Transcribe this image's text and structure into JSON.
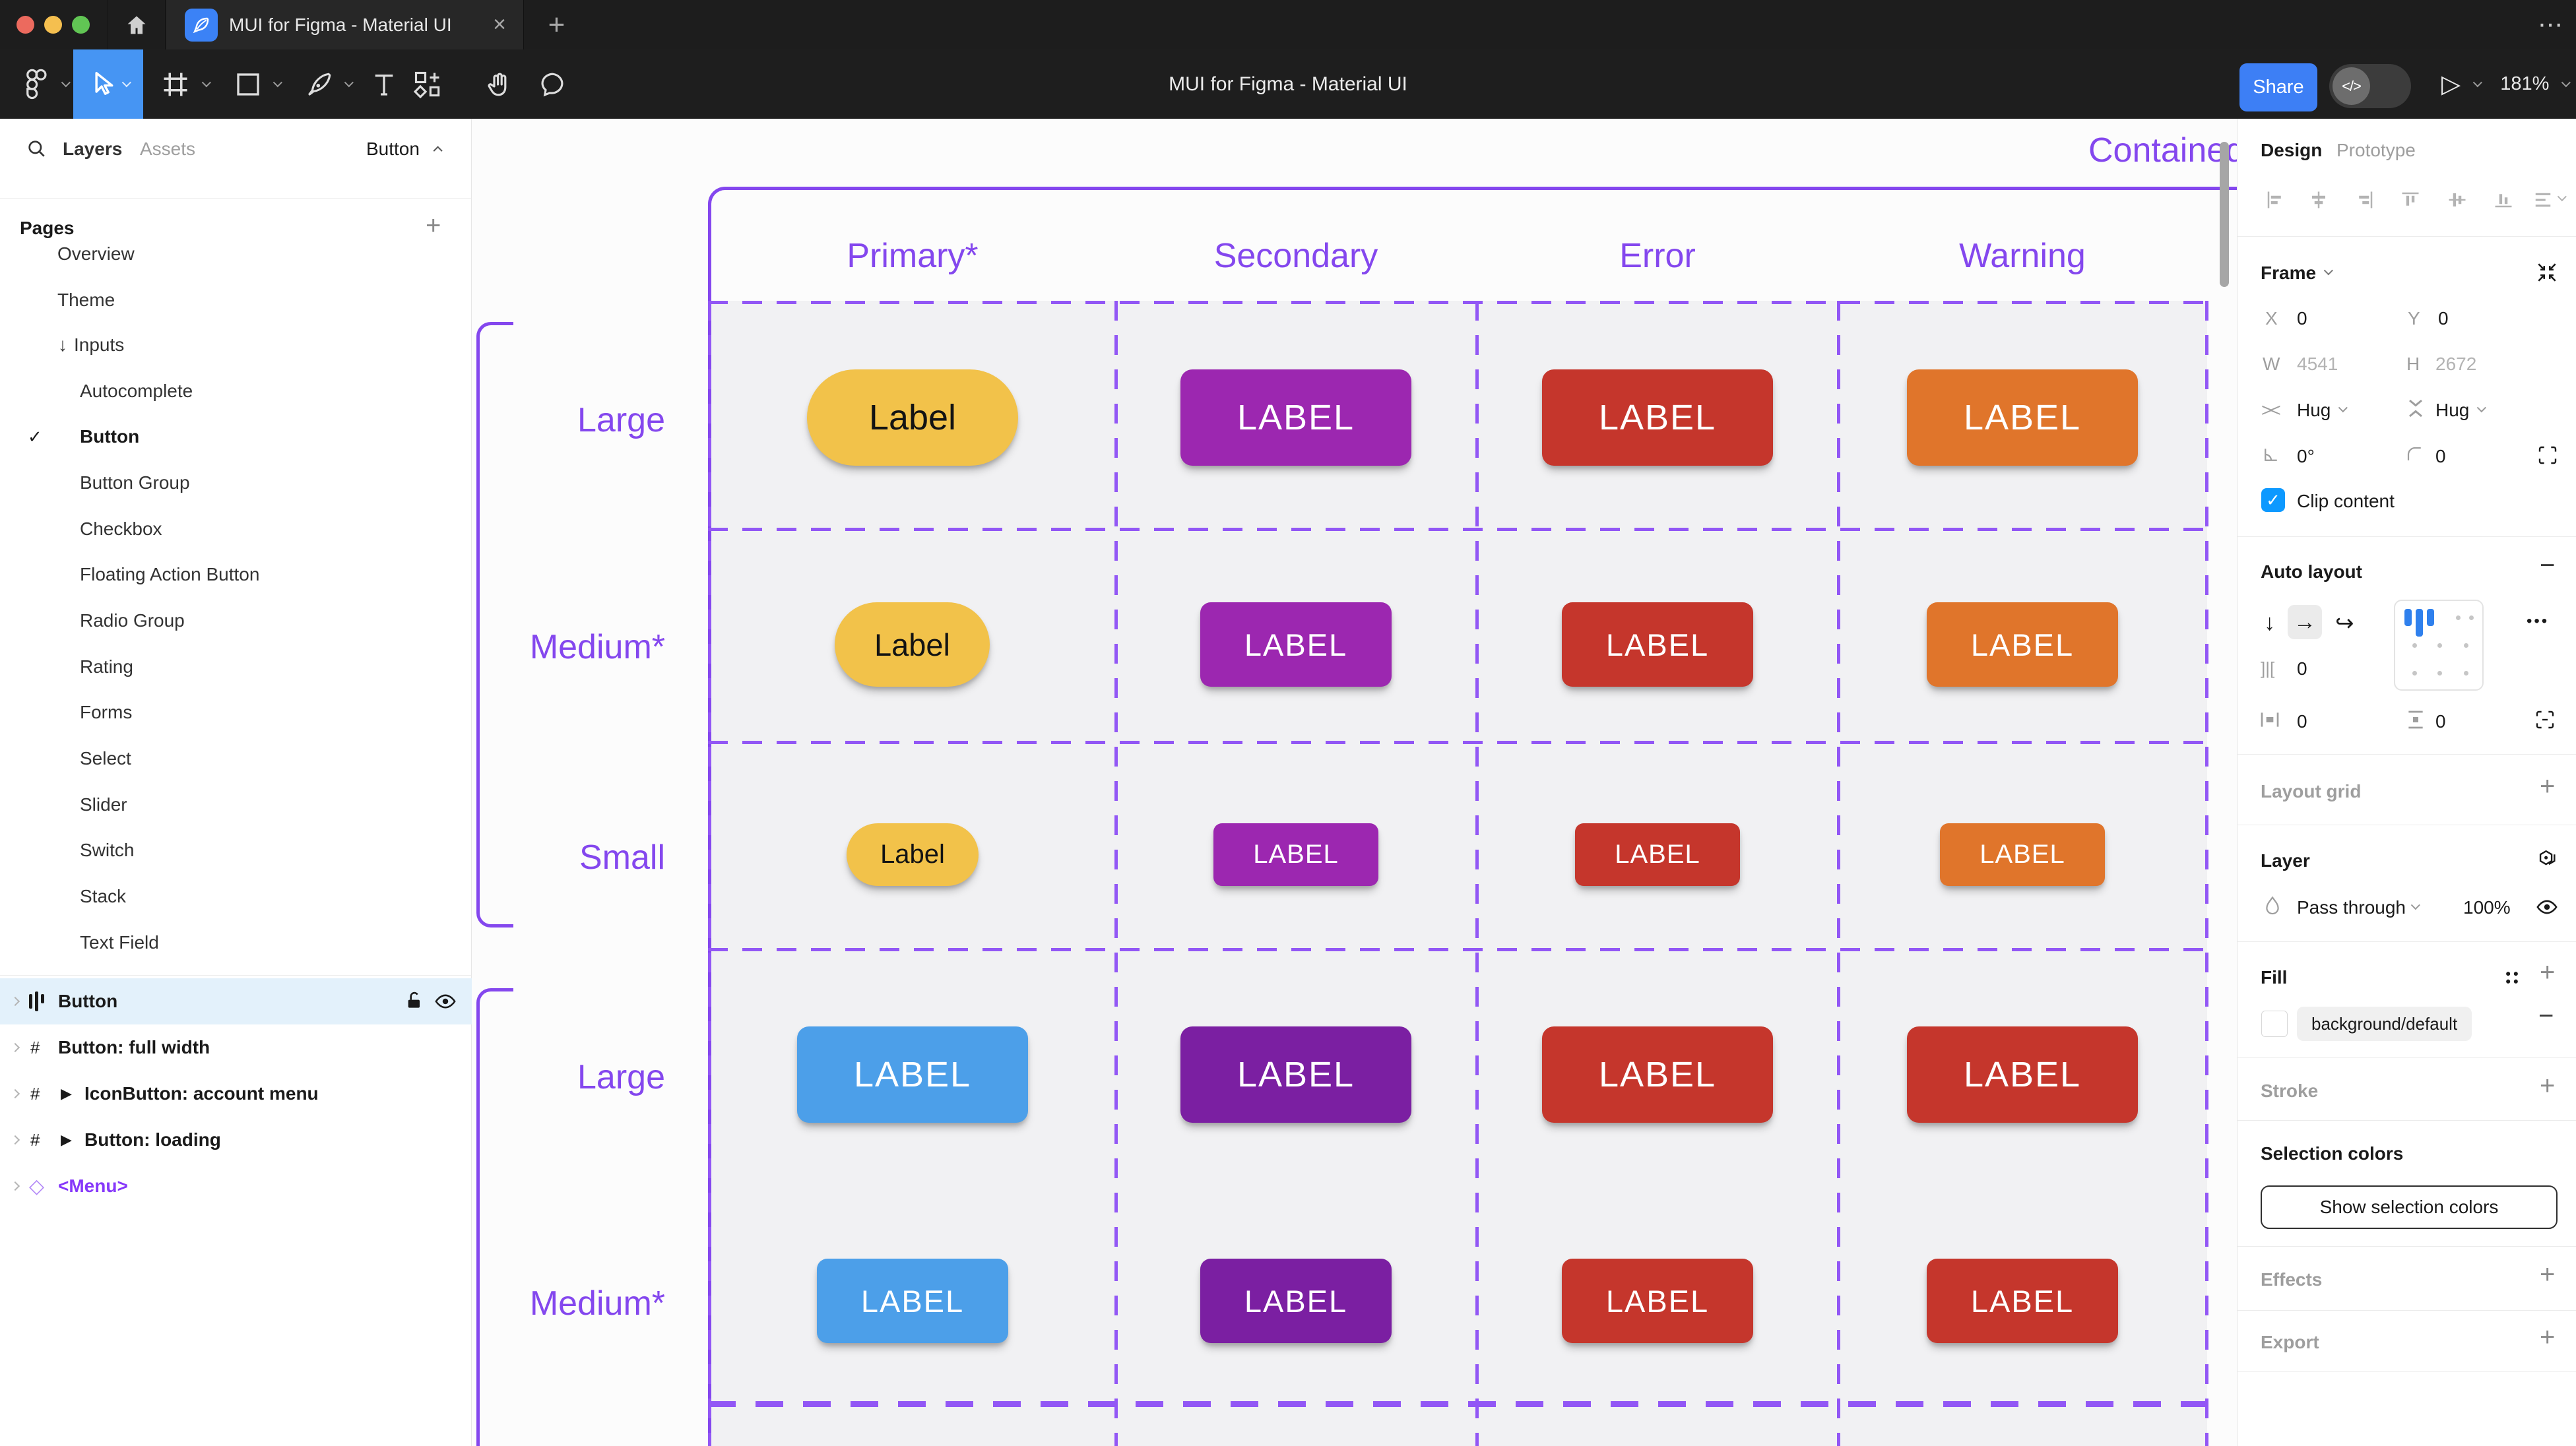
{
  "chrome": {
    "tab_title": "MUI for Figma - Material UI",
    "close_tab_icon": "×",
    "new_tab_icon": "+",
    "more_icon": "⋯",
    "traffic_lights": [
      "#ec6a5e",
      "#f5bf4f",
      "#61c554"
    ]
  },
  "toolbar": {
    "document_title": "MUI for Figma - Material UI",
    "share_label": "Share",
    "dev_toggle_glyph": "</>",
    "zoom_level": "181%",
    "selected_tool_color": "#4695f3"
  },
  "sidebar": {
    "layers_tab": "Layers",
    "assets_tab": "Assets",
    "page_selector": "Button",
    "pages_header": "Pages",
    "pages": [
      {
        "label": "Overview"
      },
      {
        "label": "Theme"
      },
      {
        "label": "Inputs",
        "prefix": "↓"
      },
      {
        "label": "Autocomplete"
      },
      {
        "label": "Button",
        "checked": "✓"
      },
      {
        "label": "Button Group"
      },
      {
        "label": "Checkbox"
      },
      {
        "label": "Floating Action Button"
      },
      {
        "label": "Radio Group"
      },
      {
        "label": "Rating"
      },
      {
        "label": "Forms"
      },
      {
        "label": "Select"
      },
      {
        "label": "Slider"
      },
      {
        "label": "Switch"
      },
      {
        "label": "Stack"
      },
      {
        "label": "Text Field"
      }
    ],
    "layers": [
      {
        "label": "Button"
      },
      {
        "label": "Button: full width"
      },
      {
        "label": "IconButton: account menu",
        "play": "▶"
      },
      {
        "label": "Button: loading",
        "play": "▶"
      },
      {
        "label": "<Menu>"
      }
    ],
    "menu_color": "#8638fa",
    "selected_row_bg": "#e3f1fb"
  },
  "canvas": {
    "frame_label": "Contained",
    "columns": [
      "Primary*",
      "Secondary",
      "Error",
      "Warning"
    ],
    "rows": [
      {
        "size": "Large",
        "cells": [
          {
            "label": "Label",
            "bg": "#f2c24a"
          },
          {
            "label": "LABEL",
            "bg": "#9c27b0"
          },
          {
            "label": "LABEL",
            "bg": "#c5362c"
          },
          {
            "label": "LABEL",
            "bg": "#e0752b"
          }
        ]
      },
      {
        "size": "Medium*",
        "cells": [
          {
            "label": "Label",
            "bg": "#f2c24a"
          },
          {
            "label": "LABEL",
            "bg": "#9c27b0"
          },
          {
            "label": "LABEL",
            "bg": "#c5362c"
          },
          {
            "label": "LABEL",
            "bg": "#e0752b"
          }
        ]
      },
      {
        "size": "Small",
        "cells": [
          {
            "label": "Label",
            "bg": "#f2c24a"
          },
          {
            "label": "LABEL",
            "bg": "#9c27b0"
          },
          {
            "label": "LABEL",
            "bg": "#c5362c"
          },
          {
            "label": "LABEL",
            "bg": "#e0752b"
          }
        ]
      },
      {
        "size": "Large",
        "cells": [
          {
            "label": "LABEL",
            "bg": "#4c9fe9"
          },
          {
            "label": "LABEL",
            "bg": "#7b1fa2"
          },
          {
            "label": "LABEL",
            "bg": "#c5362c"
          },
          {
            "label": "LABEL",
            "bg": "#c5362c"
          }
        ]
      },
      {
        "size": "Medium*",
        "cells": [
          {
            "label": "LABEL",
            "bg": "#4c9fe9"
          },
          {
            "label": "LABEL",
            "bg": "#7b1fa2"
          },
          {
            "label": "LABEL",
            "bg": "#c5362c"
          },
          {
            "label": "LABEL",
            "bg": "#c5362c"
          }
        ]
      }
    ],
    "accent": "#8447ee",
    "grid_cell_bg": "#f1f1f3"
  },
  "inspector": {
    "design_tab": "Design",
    "prototype_tab": "Prototype",
    "frame": {
      "title": "Frame",
      "x_label": "X",
      "x_value": "0",
      "y_label": "Y",
      "y_value": "0",
      "w_label": "W",
      "w_value": "4541",
      "h_label": "H",
      "h_value": "2672",
      "hug_h": "Hug",
      "hug_v": "Hug",
      "rotation": "0°",
      "corner_radius": "0",
      "clip_content": "Clip content"
    },
    "auto_layout": {
      "title": "Auto layout",
      "gap": "0",
      "h_padding": "0",
      "v_padding": "0"
    },
    "layout_grid_title": "Layout grid",
    "layer": {
      "title": "Layer",
      "blend_mode": "Pass through",
      "opacity": "100%"
    },
    "fill": {
      "title": "Fill",
      "style_name": "background/default"
    },
    "stroke_title": "Stroke",
    "selection": {
      "title": "Selection colors",
      "show_button": "Show selection colors"
    },
    "effects_title": "Effects",
    "export_title": "Export",
    "checkbox_color": "#0d99ff"
  }
}
